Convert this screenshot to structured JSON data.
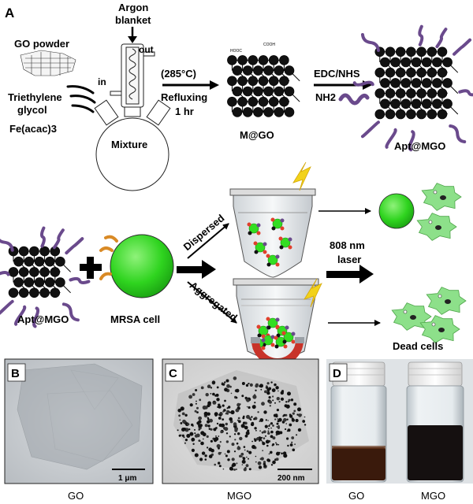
{
  "panels": {
    "a": "A",
    "b": "B",
    "c": "C",
    "d": "D"
  },
  "synthesis": {
    "go_powder": "GO powder",
    "triethylene": "Triethylene",
    "glycol": "glycol",
    "feacac": "Fe(acac)3",
    "argon_line1": "Argon",
    "argon_line2": "blanket",
    "in_label": "in",
    "out_label": "out",
    "mixture": "Mixture",
    "temperature": "(285°C)",
    "refluxing": "Refluxing",
    "duration": "1 hr",
    "mgo_label": "M@GO",
    "edc_nhs": "EDC/NHS",
    "nh2": "NH2",
    "apt_mgo_label": "Apt@MGO",
    "cooh": "COOH",
    "hooc": "HOOC"
  },
  "treatment": {
    "apt_mgo_label": "Apt@MGO",
    "mrsa_label": "MRSA cell",
    "dispersed": "Dispersed",
    "aggregated": "Aggregated",
    "laser_line1": "808 nm",
    "laser_line2": "laser",
    "dead_cells": "Dead cells"
  },
  "micrographs": {
    "scale_b": "1 μm",
    "scale_c": "200 nm",
    "caption_b": "GO",
    "caption_c": "MGO",
    "caption_d_go": "GO",
    "caption_d_mgo": "MGO"
  },
  "colors": {
    "bacteria": "#33dd22",
    "dead_cell": "#8de08a",
    "aptamer": "#6a4a8c",
    "magnet": "#c8342a",
    "lightning": "#f2d21a",
    "go_liquid": "#3a1a0c",
    "mgo_liquid": "#151010"
  }
}
